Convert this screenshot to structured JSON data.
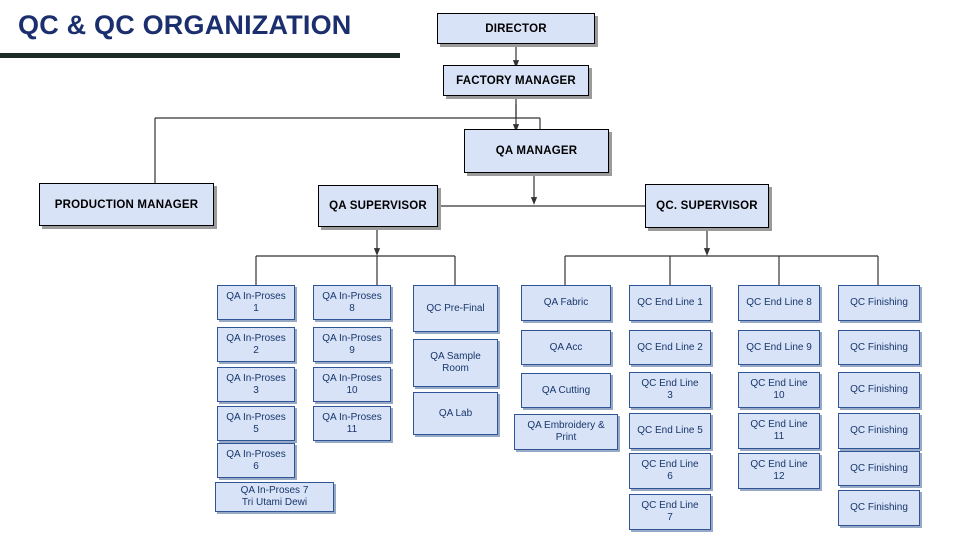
{
  "title": "QC & QC ORGANIZATION",
  "colors": {
    "title_text": "#1b2f6e",
    "title_rule": "#1c2b25",
    "box_fill": "#d9e3f7",
    "manager_border": "#000000",
    "leaf_border": "#2f5597",
    "leaf_text": "#17376b",
    "connector": "#333333",
    "page_background": "#ffffff"
  },
  "chart_data": {
    "type": "diagram",
    "title": "QC & QC ORGANIZATION",
    "subtype": "organization-chart",
    "orientation": "top-down",
    "levels": [
      [
        "DIRECTOR"
      ],
      [
        "FACTORY MANAGER"
      ],
      [
        "QA MANAGER",
        "PRODUCTION MANAGER"
      ],
      [
        "QA SUPERVISOR",
        "QC. SUPERVISOR"
      ],
      [
        "QA In-Proses column",
        "QA In-Proses column 2",
        "QC Pre-Final column",
        "QA Fabric column",
        "QC End Line 1 column",
        "QC End Line 8 column",
        "QC Finishing column"
      ]
    ],
    "edges": [
      {
        "from": "DIRECTOR",
        "to": "FACTORY MANAGER"
      },
      {
        "from": "FACTORY MANAGER",
        "to": "QA MANAGER"
      },
      {
        "from": "FACTORY MANAGER",
        "to": "PRODUCTION MANAGER"
      },
      {
        "from": "QA MANAGER",
        "to": "QA SUPERVISOR"
      },
      {
        "from": "QA MANAGER",
        "to": "QC. SUPERVISOR"
      },
      {
        "from": "QA SUPERVISOR",
        "to": "QA In-Proses 1"
      },
      {
        "from": "QA SUPERVISOR",
        "to": "QA In-Proses 8"
      },
      {
        "from": "QA SUPERVISOR",
        "to": "QC Pre-Final"
      },
      {
        "from": "QC. SUPERVISOR",
        "to": "QA Fabric"
      },
      {
        "from": "QC. SUPERVISOR",
        "to": "QC End Line 1"
      },
      {
        "from": "QC. SUPERVISOR",
        "to": "QC End Line 8"
      },
      {
        "from": "QC. SUPERVISOR",
        "to": "QC Finishing"
      }
    ],
    "node_count": 43
  },
  "managers": {
    "director": "DIRECTOR",
    "factory_manager": "FACTORY MANAGER",
    "qa_manager": "QA MANAGER",
    "production_manager": "PRODUCTION MANAGER",
    "qa_supervisor": "QA SUPERVISOR",
    "qc_supervisor": "QC. SUPERVISOR"
  },
  "columns": {
    "qa_inproses_a": [
      "QA In-Proses\n1",
      "QA In-Proses\n2",
      "QA In-Proses\n3",
      "QA In-Proses\n5",
      "QA In-Proses\n6"
    ],
    "qa_inproses_7": "QA In-Proses 7\nTri Utami Dewi",
    "qa_inproses_b": [
      "QA In-Proses\n8",
      "QA In-Proses\n9",
      "QA In-Proses\n10",
      "QA In-Proses\n11"
    ],
    "qc_prefinal": [
      "QC Pre-Final",
      "QA Sample\nRoom",
      "QA Lab"
    ],
    "qa_fabric": [
      "QA Fabric",
      "QA Acc",
      "QA Cutting",
      "QA Embroidery &\nPrint"
    ],
    "qc_endline_low": [
      "QC End Line 1",
      "QC End Line 2",
      "QC End Line\n3",
      "QC End Line 5",
      "QC End Line\n6",
      "QC End Line\n7"
    ],
    "qc_endline_high": [
      "QC End Line 8",
      "QC End Line 9",
      "QC End Line\n10",
      "QC End Line\n11",
      "QC End Line\n12"
    ],
    "qc_finishing": [
      "QC Finishing",
      "QC Finishing",
      "QC Finishing",
      "QC Finishing",
      "QC Finishing",
      "QC Finishing"
    ]
  }
}
